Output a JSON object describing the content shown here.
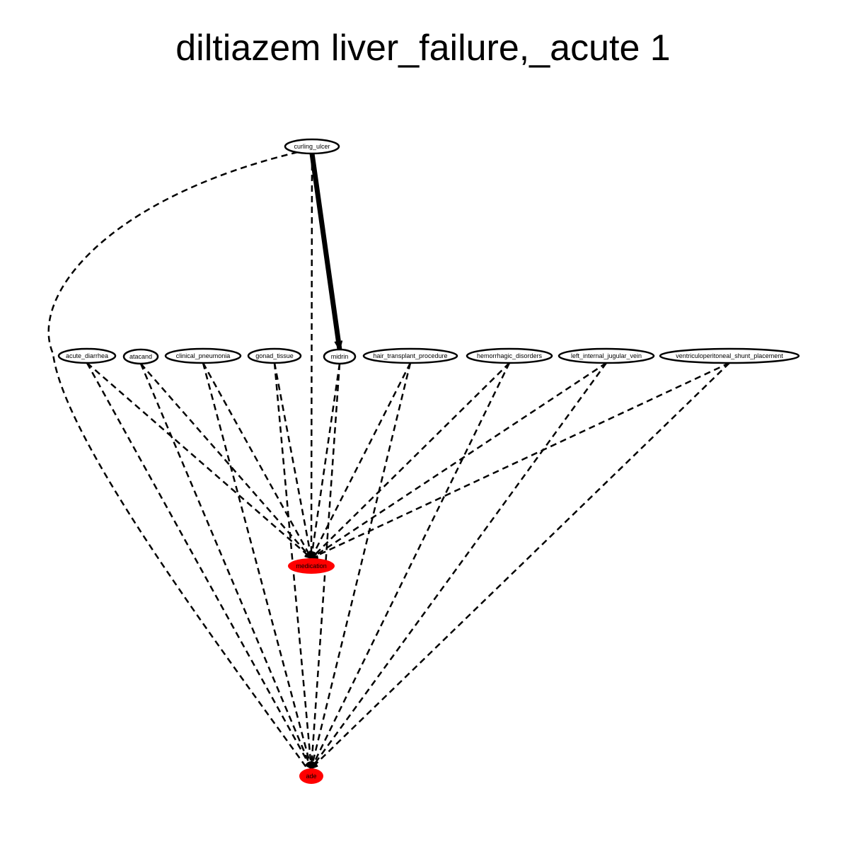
{
  "title": "diltiazem liver_failure,_acute 1",
  "nodes": [
    {
      "id": "curling_ulcer",
      "label": "curling_ulcer",
      "fill": "#ffffff"
    },
    {
      "id": "acute_diarrhea",
      "label": "acute_diarrhea",
      "fill": "#ffffff"
    },
    {
      "id": "atacand",
      "label": "atacand",
      "fill": "#ffffff"
    },
    {
      "id": "clinical_pneumonia",
      "label": "clinical_pneumonia",
      "fill": "#ffffff"
    },
    {
      "id": "gonad_tissue",
      "label": "gonad_tissue",
      "fill": "#ffffff"
    },
    {
      "id": "midrin",
      "label": "midrin",
      "fill": "#ffffff"
    },
    {
      "id": "hair_transplant_procedure",
      "label": "hair_transplant_procedure",
      "fill": "#ffffff"
    },
    {
      "id": "hemorrhagic_disorders",
      "label": "hemorrhagic_disorders",
      "fill": "#ffffff"
    },
    {
      "id": "left_internal_jugular_vein",
      "label": "left_internal_jugular_vein",
      "fill": "#ffffff"
    },
    {
      "id": "ventriculoperitoneal_shunt_placement",
      "label": "ventriculoperitoneal_shunt_placement",
      "fill": "#ffffff"
    },
    {
      "id": "medication",
      "label": "medication",
      "fill": "#ff0000"
    },
    {
      "id": "ade",
      "label": "ade",
      "fill": "#ff0000"
    }
  ],
  "edges": [
    {
      "from": "curling_ulcer",
      "to": "midrin",
      "style": "solid-bold"
    },
    {
      "from": "curling_ulcer",
      "to": "medication",
      "style": "dashed"
    },
    {
      "from": "curling_ulcer",
      "to": "ade",
      "style": "dashed"
    },
    {
      "from": "acute_diarrhea",
      "to": "medication",
      "style": "dashed"
    },
    {
      "from": "acute_diarrhea",
      "to": "ade",
      "style": "dashed"
    },
    {
      "from": "atacand",
      "to": "medication",
      "style": "dashed"
    },
    {
      "from": "atacand",
      "to": "ade",
      "style": "dashed"
    },
    {
      "from": "clinical_pneumonia",
      "to": "medication",
      "style": "dashed"
    },
    {
      "from": "clinical_pneumonia",
      "to": "ade",
      "style": "dashed"
    },
    {
      "from": "gonad_tissue",
      "to": "medication",
      "style": "dashed"
    },
    {
      "from": "gonad_tissue",
      "to": "ade",
      "style": "dashed"
    },
    {
      "from": "midrin",
      "to": "medication",
      "style": "dashed"
    },
    {
      "from": "midrin",
      "to": "ade",
      "style": "dashed"
    },
    {
      "from": "hair_transplant_procedure",
      "to": "medication",
      "style": "dashed"
    },
    {
      "from": "hair_transplant_procedure",
      "to": "ade",
      "style": "dashed"
    },
    {
      "from": "hemorrhagic_disorders",
      "to": "medication",
      "style": "dashed"
    },
    {
      "from": "hemorrhagic_disorders",
      "to": "ade",
      "style": "dashed"
    },
    {
      "from": "left_internal_jugular_vein",
      "to": "medication",
      "style": "dashed"
    },
    {
      "from": "left_internal_jugular_vein",
      "to": "ade",
      "style": "dashed"
    },
    {
      "from": "ventriculoperitoneal_shunt_placement",
      "to": "medication",
      "style": "dashed"
    },
    {
      "from": "ventriculoperitoneal_shunt_placement",
      "to": "ade",
      "style": "dashed"
    }
  ]
}
